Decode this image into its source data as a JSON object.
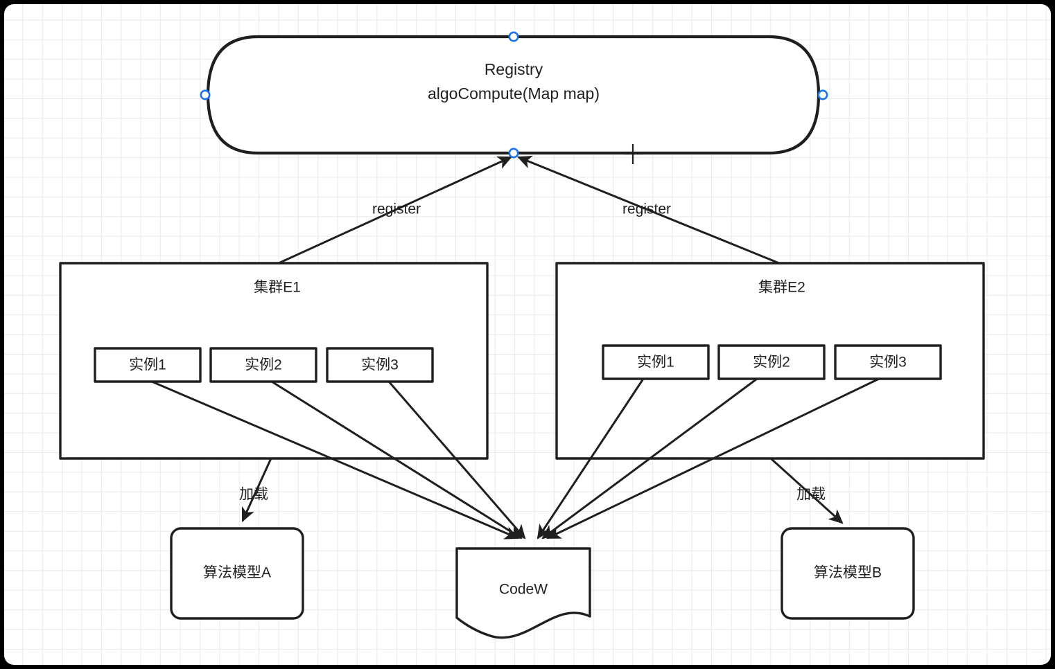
{
  "canvas": {
    "background_color": "#ffffff",
    "grid_color": "#e9e9e9",
    "frame_color": "#000000",
    "stroke_color": "#1f1f1f",
    "handle_color": "#1a73e8"
  },
  "nodes": {
    "registry": {
      "title": "Registry",
      "signature": "algoCompute(Map map)",
      "shape": "rounded-stadium"
    },
    "cluster_e1": {
      "label": "集群E1",
      "shape": "rectangle",
      "instances": [
        {
          "label": "实例1"
        },
        {
          "label": "实例2"
        },
        {
          "label": "实例3"
        }
      ]
    },
    "cluster_e2": {
      "label": "集群E2",
      "shape": "rectangle",
      "instances": [
        {
          "label": "实例1"
        },
        {
          "label": "实例2"
        },
        {
          "label": "实例3"
        }
      ]
    },
    "model_a": {
      "label": "算法模型A",
      "shape": "rounded-rectangle"
    },
    "model_b": {
      "label": "算法模型B",
      "shape": "rounded-rectangle"
    },
    "codew": {
      "label": "CodeW",
      "shape": "document"
    }
  },
  "edges": [
    {
      "id": "e1-register",
      "label": "register",
      "from": "cluster_e1",
      "to": "registry"
    },
    {
      "id": "e2-register",
      "label": "register",
      "from": "cluster_e2",
      "to": "registry"
    },
    {
      "id": "e1-load",
      "label": "加载",
      "from": "cluster_e1",
      "to": "model_a"
    },
    {
      "id": "e2-load",
      "label": "加载",
      "from": "cluster_e2",
      "to": "model_b"
    },
    {
      "id": "e1i1-codew",
      "label": "",
      "from": "cluster_e1.instances.0",
      "to": "codew"
    },
    {
      "id": "e1i2-codew",
      "label": "",
      "from": "cluster_e1.instances.1",
      "to": "codew"
    },
    {
      "id": "e1i3-codew",
      "label": "",
      "from": "cluster_e1.instances.2",
      "to": "codew"
    },
    {
      "id": "e2i1-codew",
      "label": "",
      "from": "cluster_e2.instances.0",
      "to": "codew"
    },
    {
      "id": "e2i2-codew",
      "label": "",
      "from": "cluster_e2.instances.1",
      "to": "codew"
    },
    {
      "id": "e2i3-codew",
      "label": "",
      "from": "cluster_e2.instances.2",
      "to": "codew"
    }
  ],
  "handles": [
    {
      "name": "registry-handle-top"
    },
    {
      "name": "registry-handle-left"
    },
    {
      "name": "registry-handle-right"
    },
    {
      "name": "registry-handle-bottom"
    }
  ],
  "cursor": {
    "name": "crosshair-cursor"
  }
}
